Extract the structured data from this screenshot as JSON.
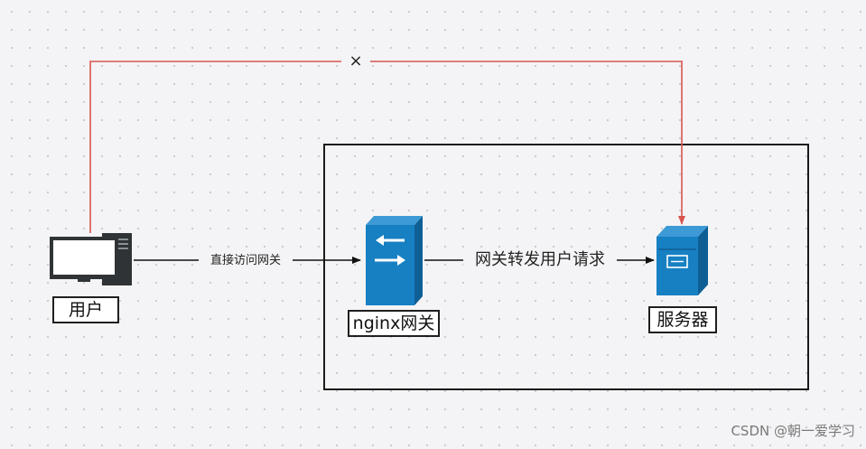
{
  "nodes": {
    "user": {
      "label": "用户"
    },
    "gateway": {
      "label": "nginx网关"
    },
    "server": {
      "label": "服务器"
    }
  },
  "edges": {
    "direct_blocked": {
      "label": "×",
      "color": "#d9534f"
    },
    "user_to_gateway": {
      "label": "直接访问网关"
    },
    "gateway_to_server": {
      "label": "网关转发用户请求"
    }
  },
  "watermark": "CSDN @朝一爱学习",
  "colors": {
    "device_blue": "#1780c3",
    "device_blue_dark": "#0f5f95",
    "blocked_red": "#d9534f"
  }
}
